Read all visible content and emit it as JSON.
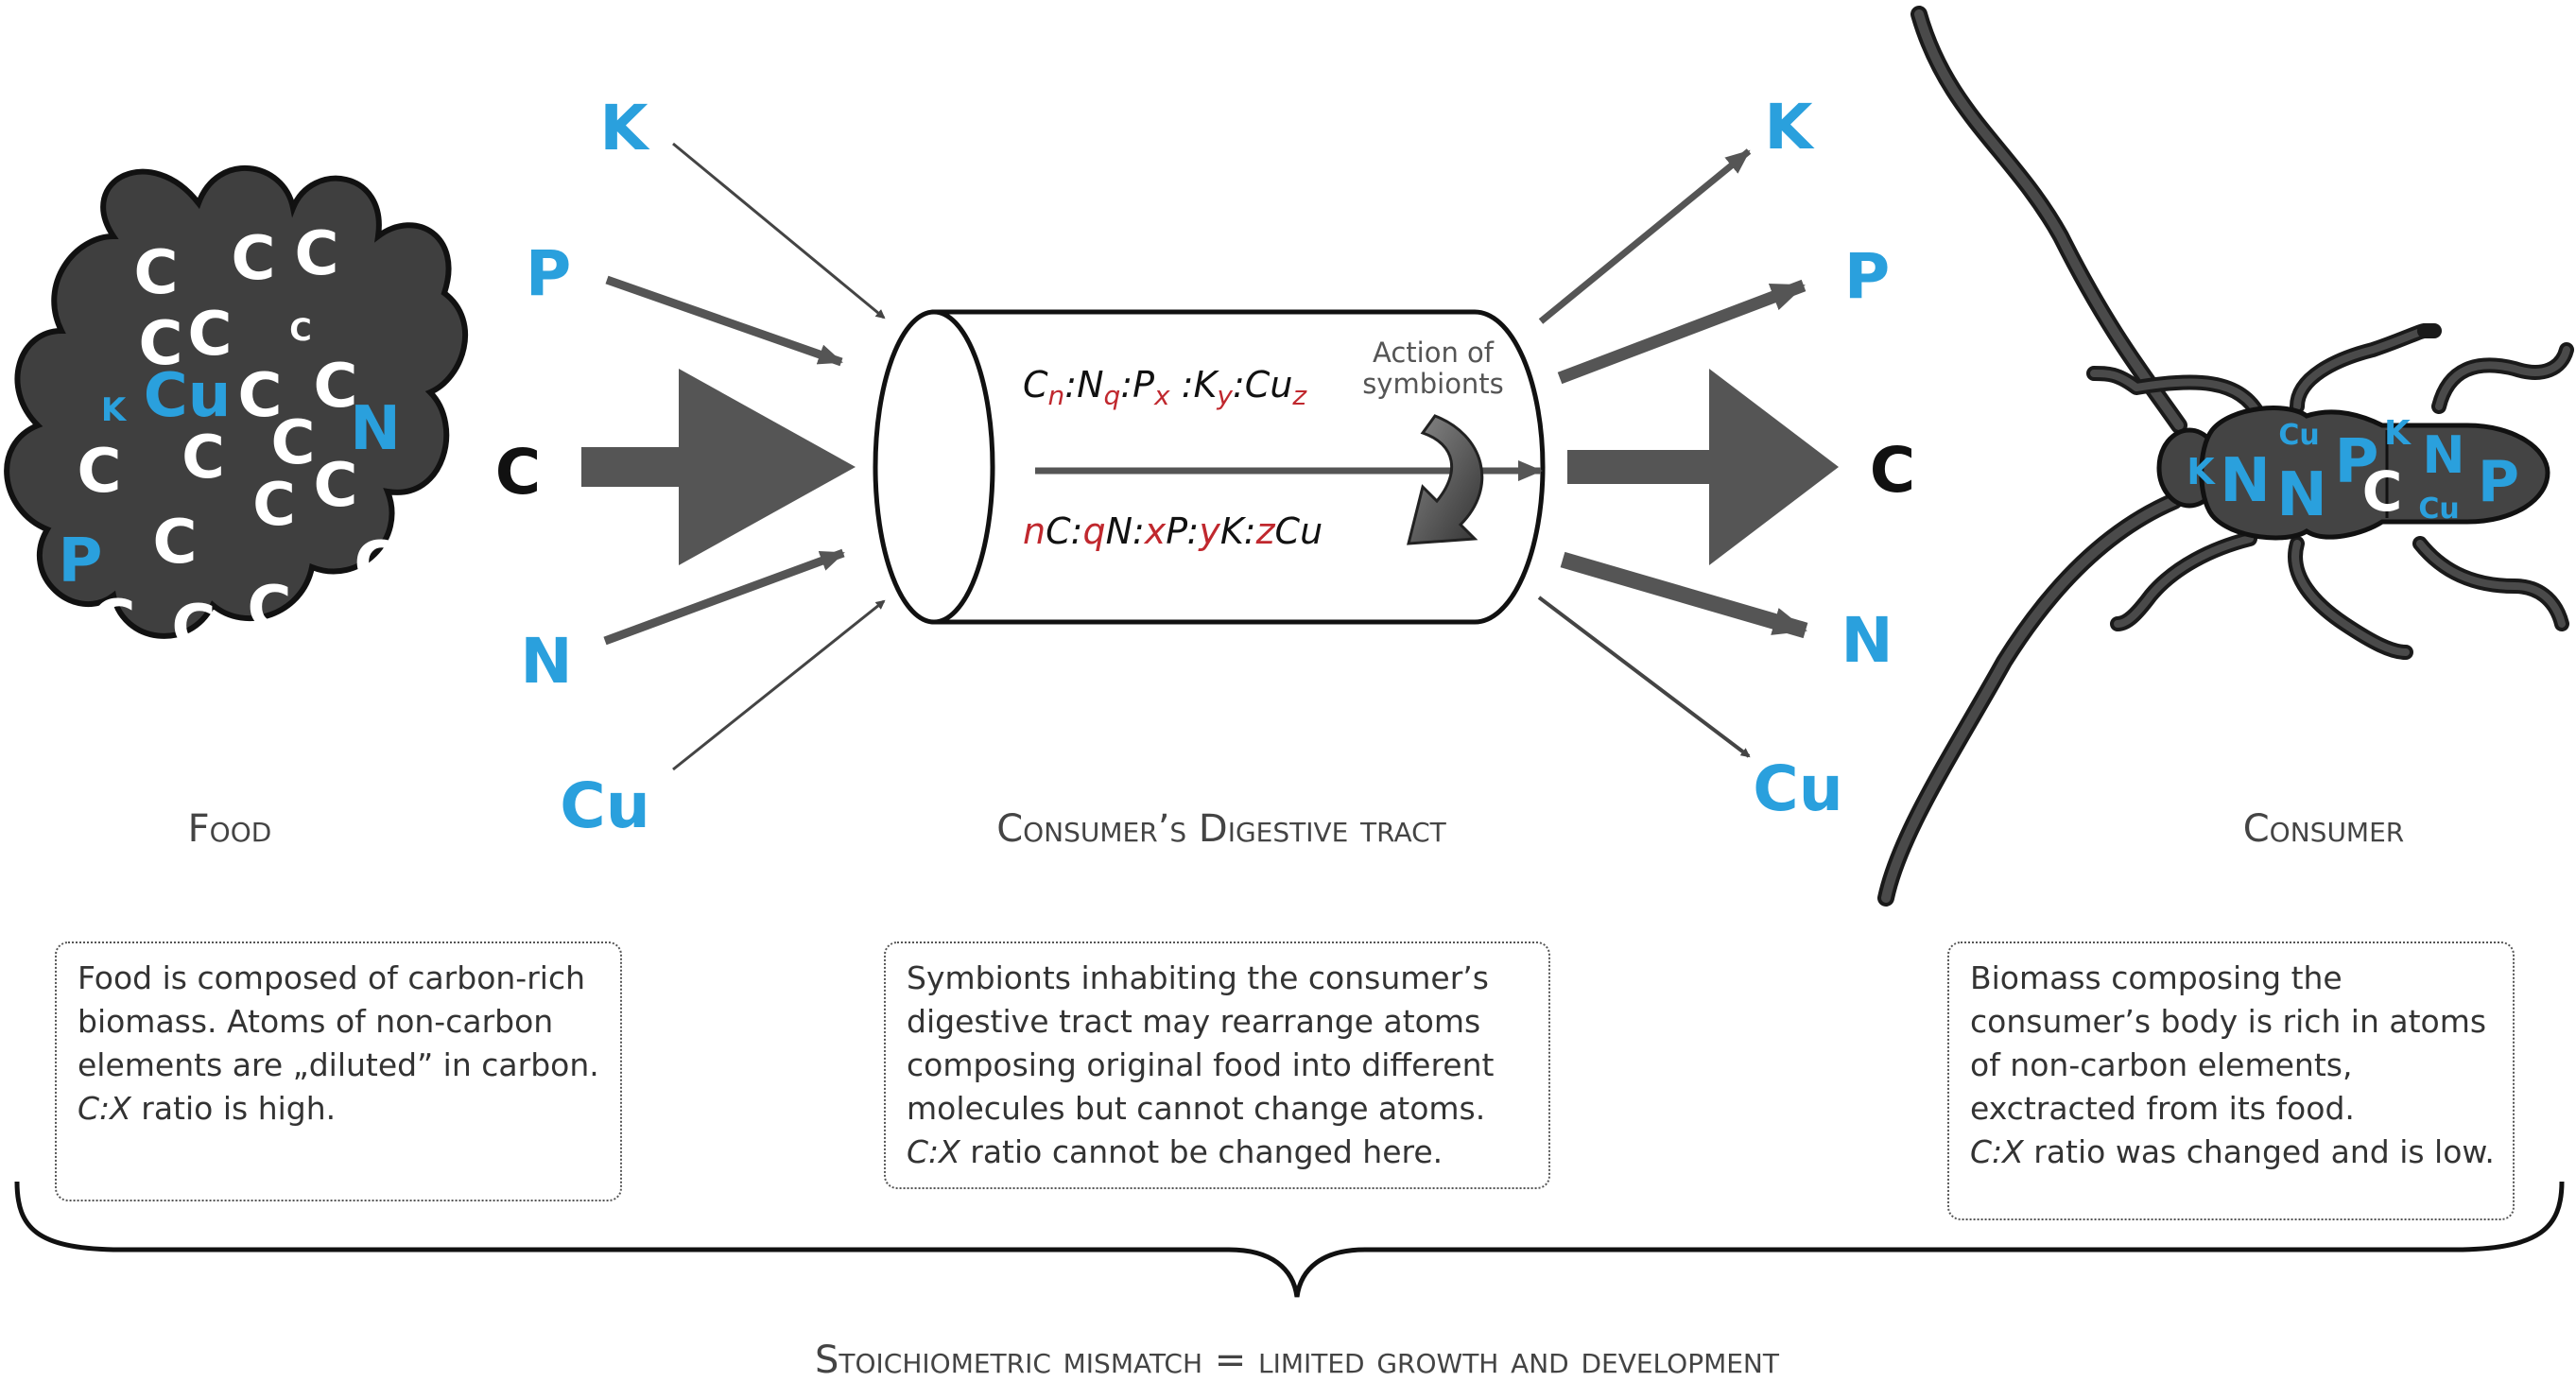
{
  "colors": {
    "blue": "#2aa0dd",
    "red": "#c0282e",
    "dark": "#3d3d3d",
    "arrow": "#555555"
  },
  "food": {
    "atoms": [
      "C",
      "C",
      "C",
      "C",
      "C",
      "C",
      "K",
      "Cu",
      "C",
      "C",
      "C",
      "C",
      "N",
      "C",
      "C",
      "C",
      "C",
      "P",
      "C",
      "C",
      "C",
      "C",
      "C",
      "C"
    ],
    "caption": "Food"
  },
  "inputs": {
    "k": "K",
    "p": "P",
    "c": "C",
    "n": "N",
    "cu": "Cu"
  },
  "tract": {
    "caption": "Consumer’s Digestive tract",
    "formula_top": [
      {
        "t": "C",
        "s": "b"
      },
      {
        "t": "n",
        "s": "rsub"
      },
      {
        "t": ":N",
        "s": "b"
      },
      {
        "t": "q",
        "s": "rsub"
      },
      {
        "t": ":P",
        "s": "b"
      },
      {
        "t": "x",
        "s": "rsub"
      },
      {
        "t": " :K",
        "s": "b"
      },
      {
        "t": "y",
        "s": "rsub"
      },
      {
        "t": ":Cu",
        "s": "b"
      },
      {
        "t": "z",
        "s": "rsub"
      }
    ],
    "formula_bottom": [
      {
        "t": "n",
        "s": "r"
      },
      {
        "t": "C:",
        "s": "b"
      },
      {
        "t": "q",
        "s": "r"
      },
      {
        "t": "N:",
        "s": "b"
      },
      {
        "t": "x",
        "s": "r"
      },
      {
        "t": "P:",
        "s": "b"
      },
      {
        "t": "y",
        "s": "r"
      },
      {
        "t": "K:",
        "s": "b"
      },
      {
        "t": "z",
        "s": "r"
      },
      {
        "t": "Cu",
        "s": "b"
      }
    ],
    "symbionts_label": [
      "Action of",
      "symbionts"
    ]
  },
  "outputs": {
    "k": "K",
    "p": "P",
    "c": "C",
    "n": "N",
    "cu": "Cu"
  },
  "consumer": {
    "atoms": [
      "K",
      "N",
      "Cu",
      "N",
      "P",
      "K",
      "C",
      "N",
      "Cu",
      "P"
    ],
    "caption": "Consumer"
  },
  "boxes": {
    "food": [
      {
        "text": "Food is composed of carbon-rich"
      },
      {
        "text": "biomass. Atoms of non-carbon"
      },
      {
        "text": "elements are „diluted” in carbon."
      },
      {
        "italic": "C:X",
        "text": " ratio is high."
      }
    ],
    "tract": [
      {
        "text": "Symbionts inhabiting the consumer’s"
      },
      {
        "text": "digestive tract may rearrange atoms"
      },
      {
        "text": "composing original food into different"
      },
      {
        "text": "molecules but cannot change atoms."
      },
      {
        "italic": "C:X",
        "text": " ratio cannot be changed here."
      }
    ],
    "consumer": [
      {
        "text": "Biomass composing the"
      },
      {
        "text": "consumer’s body is rich in atoms"
      },
      {
        "text": "of non-carbon elements,"
      },
      {
        "text": "exctracted from its food."
      },
      {
        "italic": "C:X",
        "text": " ratio was changed and is low."
      }
    ]
  },
  "bottom_caption": "Stoichiometric mismatch = limited growth and development"
}
